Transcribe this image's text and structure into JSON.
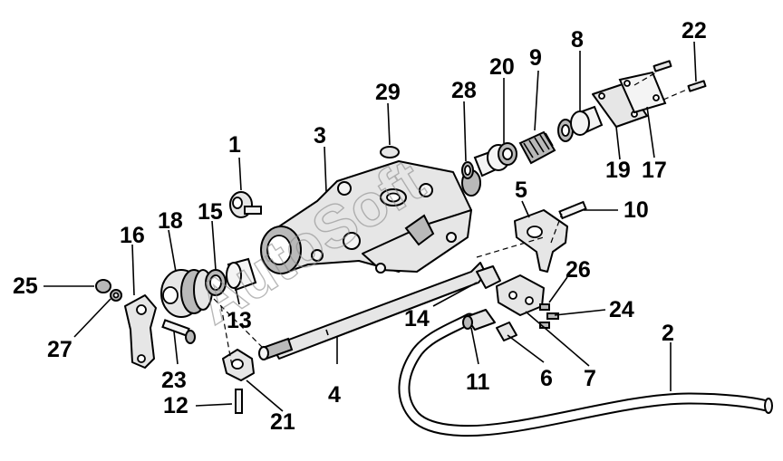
{
  "watermark": "AutoSoft",
  "callouts": [
    {
      "id": "p1",
      "label": "1"
    },
    {
      "id": "p2",
      "label": "2"
    },
    {
      "id": "p3",
      "label": "3"
    },
    {
      "id": "p4",
      "label": "4"
    },
    {
      "id": "p5",
      "label": "5"
    },
    {
      "id": "p6",
      "label": "6"
    },
    {
      "id": "p7",
      "label": "7"
    },
    {
      "id": "p8",
      "label": "8"
    },
    {
      "id": "p9",
      "label": "9"
    },
    {
      "id": "p10",
      "label": "10"
    },
    {
      "id": "p11",
      "label": "11"
    },
    {
      "id": "p12",
      "label": "12"
    },
    {
      "id": "p13",
      "label": "13"
    },
    {
      "id": "p14",
      "label": "14"
    },
    {
      "id": "p15",
      "label": "15"
    },
    {
      "id": "p16",
      "label": "16"
    },
    {
      "id": "p17",
      "label": "17"
    },
    {
      "id": "p18",
      "label": "18"
    },
    {
      "id": "p19",
      "label": "19"
    },
    {
      "id": "p20",
      "label": "20"
    },
    {
      "id": "p21",
      "label": "21"
    },
    {
      "id": "p22",
      "label": "22"
    },
    {
      "id": "p23",
      "label": "23"
    },
    {
      "id": "p24",
      "label": "24"
    },
    {
      "id": "p25",
      "label": "25"
    },
    {
      "id": "p26",
      "label": "26"
    },
    {
      "id": "p27",
      "label": "27"
    },
    {
      "id": "p28",
      "label": "28"
    },
    {
      "id": "p29",
      "label": "29"
    }
  ]
}
